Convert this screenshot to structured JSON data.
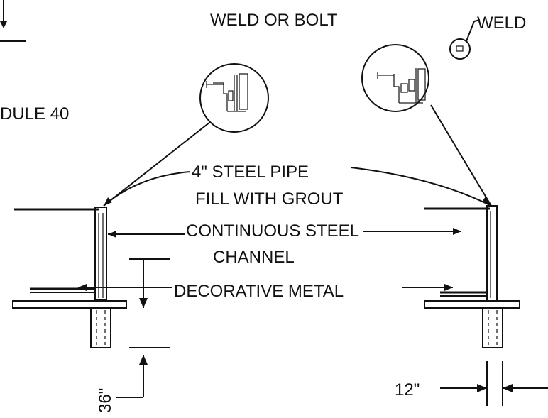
{
  "labels": {
    "weld_or_bolt": "WELD OR BOLT",
    "weld": "WELD",
    "schedule_40": "DULE 40",
    "steel_pipe": "4\" STEEL PIPE",
    "fill_grout": "FILL WITH GROUT",
    "continuous_steel": "CONTINUOUS STEEL",
    "channel": "CHANNEL",
    "decorative_metal": "DECORATIVE METAL",
    "dim_36": "36\"",
    "dim_12": "12\""
  },
  "colors": {
    "ink": "#111111",
    "paper": "#ffffff"
  }
}
